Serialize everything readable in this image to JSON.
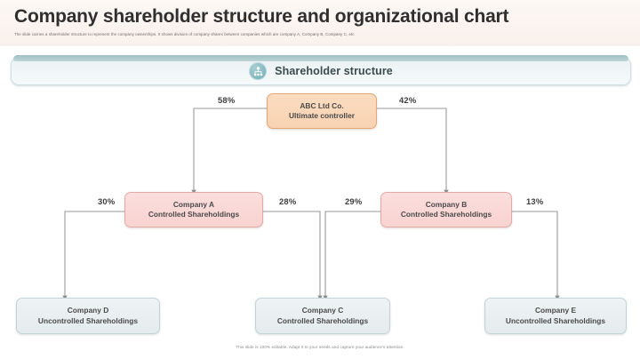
{
  "header": {
    "title": "Company shareholder structure and organizational chart",
    "subtitle": "The slide carries a shareholder structure to represent the company ownerships. It shows division of company shares between companies which are company A, Company B, Company C, etc"
  },
  "section_bar": {
    "title": "Shareholder structure",
    "icon": "organization-people-icon"
  },
  "chart_data": {
    "type": "diagram",
    "title": "Shareholder structure",
    "nodes": [
      {
        "id": "root",
        "line1": "ABC Ltd Co.",
        "line2": "Ultimate controller",
        "color": "#f8d2b2",
        "border": "#e2a877"
      },
      {
        "id": "company_a",
        "line1": "Company A",
        "line2": "Controlled Shareholdings",
        "color": "#f8d3d1",
        "border": "#e3a9a6"
      },
      {
        "id": "company_b",
        "line1": "Company B",
        "line2": "Controlled Shareholdings",
        "color": "#f8d3d1",
        "border": "#e3a9a6"
      },
      {
        "id": "company_d",
        "line1": "Company D",
        "line2": "Uncontrolled Shareholdings",
        "color": "#e4ecee",
        "border": "#c3d2d5"
      },
      {
        "id": "company_c",
        "line1": "Company C",
        "line2": "Controlled Shareholdings",
        "color": "#e4ecee",
        "border": "#c3d2d5"
      },
      {
        "id": "company_e",
        "line1": "Company E",
        "line2": "Uncontrolled Shareholdings",
        "color": "#e4ecee",
        "border": "#c3d2d5"
      }
    ],
    "edges": [
      {
        "from": "root",
        "to": "company_a",
        "label": "58%"
      },
      {
        "from": "root",
        "to": "company_b",
        "label": "42%"
      },
      {
        "from": "company_a",
        "to": "company_d",
        "label": "30%"
      },
      {
        "from": "company_a",
        "to": "company_c",
        "label": "28%"
      },
      {
        "from": "company_b",
        "to": "company_c",
        "label": "29%"
      },
      {
        "from": "company_b",
        "to": "company_e",
        "label": "13%"
      }
    ]
  },
  "footer": {
    "note": "This slide is 100% editable. Adapt it to your needs and capture your audience's attention."
  }
}
